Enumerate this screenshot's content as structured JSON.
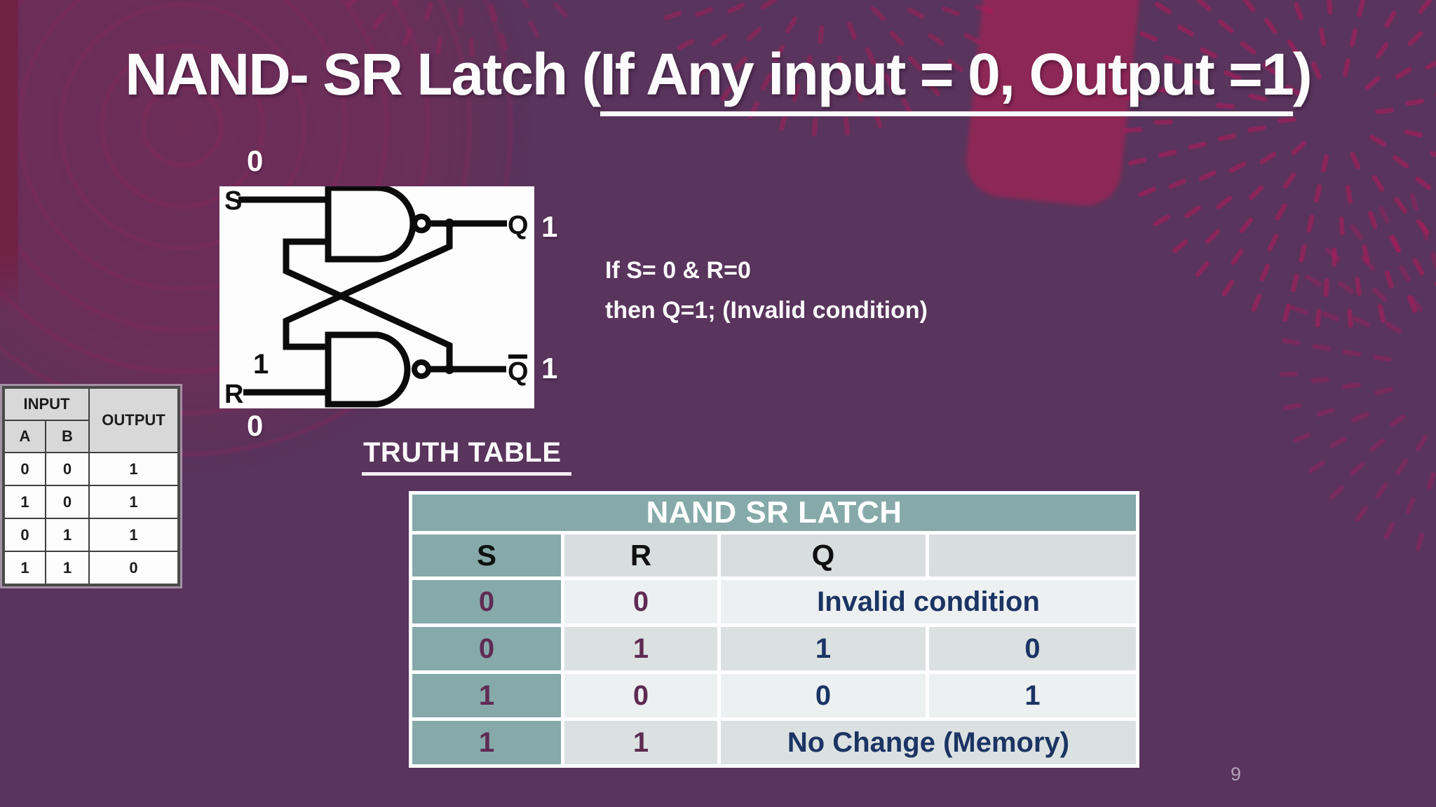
{
  "title": {
    "prefix": "NAND- SR Latch (",
    "underlined": "If Any input = 0, Output =1",
    "suffix": ")"
  },
  "page_number": "9",
  "circuit": {
    "s_label": "S",
    "r_label": "R",
    "q_label": "Q",
    "q_bar_label": "Q",
    "s_input_value": "0",
    "r_input_value": "0",
    "r_inner_value": "1",
    "q_output_value": "1",
    "q_bar_output_value": "1"
  },
  "note": {
    "line1": "If S= 0 & R=0",
    "line2": "then Q=1;  (Invalid condition)"
  },
  "truth_table_caption": "TRUTH TABLE",
  "nand_gate_table": {
    "input_header": "INPUT",
    "output_header": "OUTPUT",
    "col_a": "A",
    "col_b": "B",
    "rows": [
      [
        "0",
        "0",
        "1"
      ],
      [
        "1",
        "0",
        "1"
      ],
      [
        "0",
        "1",
        "1"
      ],
      [
        "1",
        "1",
        "0"
      ]
    ]
  },
  "sr_latch_table": {
    "title": "NAND SR LATCH",
    "columns": [
      "S",
      "R",
      "Q",
      ""
    ],
    "rows": [
      {
        "s": "0",
        "r": "0",
        "merged": "Invalid condition"
      },
      {
        "s": "0",
        "r": "1",
        "q": "1",
        "qb": "0"
      },
      {
        "s": "1",
        "r": "0",
        "q": "0",
        "qb": "1"
      },
      {
        "s": "1",
        "r": "1",
        "merged": "No Change (Memory)"
      }
    ]
  },
  "colors": {
    "background_purple": "#59345c",
    "decoration_maroon": "#922454",
    "table_teal": "#86a9a9",
    "row_light": "#edf0f0",
    "row_dark": "#dbe1e1",
    "sr_digit_plum": "#5f2b53",
    "q_navy": "#1b3464"
  }
}
